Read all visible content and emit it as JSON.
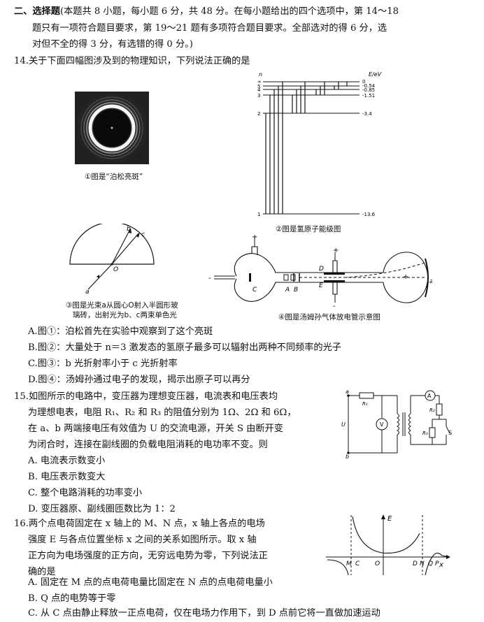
{
  "section": {
    "heading": "二、选择题",
    "lines": [
      "(本题共 8 小题，每小题 6 分，共 48 分。在每小题给出的四个选项中，第 14～18",
      "题只有一项符合题目要求，第 19～21 题有多项符合题目要求。全部选对的得 6 分，选",
      "对但不全的得 3 分，有选错的得 0 分。)"
    ]
  },
  "q14": {
    "stem": "14.关于下面四幅图涉及到的物理知识，下列说法正确的是",
    "captions": {
      "fig1": "①图是“泊松亮斑”",
      "fig2": "②图是氢原子能级图",
      "fig3_line1": "③图是光束a从圆心O射入半圆形玻",
      "fig3_line2": "璃砖，出射光为b、c两束单色光",
      "fig4": "④图是汤姆孙气体放电管示意图"
    },
    "energy": {
      "n_header": "n",
      "e_header": "E/eV",
      "levels": [
        {
          "n": "∞",
          "value": "0"
        },
        {
          "n": "5",
          "value": "-0.54"
        },
        {
          "n": "4",
          "value": "-0.85"
        },
        {
          "n": "3",
          "value": "-1.51"
        },
        {
          "n": "2",
          "value": "-3.4"
        },
        {
          "n": "1",
          "value": "-13.6"
        }
      ]
    },
    "fig3_labels": {
      "a": "a",
      "b": "b",
      "c": "c",
      "o": "O"
    },
    "fig4_labels": {
      "plus_top": "+",
      "minus_left": "-",
      "plus_mid": "+",
      "minus_mid": "-",
      "plus_right": "+",
      "C": "C",
      "A": "A",
      "B": "B",
      "D": "D",
      "E": "E",
      "a": "a"
    },
    "options": [
      "A.图①：泊松首先在实验中观察到了这个亮斑",
      "B.图②：大量处于 n＝3 激发态的氢原子最多可以辐射出两种不同频率的光子",
      "C.图③：b 光折射率小于 c 光折射率",
      "D.图④：汤姆孙通过电子的发现，揭示出原子可以再分"
    ]
  },
  "q15": {
    "lines": [
      "15.如图所示的电路中，变压器为理想变压器，电流表和电压表均",
      "为理想电表，电阻 R₁、R₂ 和 R₃ 的阻值分别为 1Ω、2Ω 和 6Ω，",
      "在 a、b 两端接电压有效值为 U 的交流电源，开关 S 由断开变",
      "为闭合时，连接在副线圈的负载电阻消耗的电功率不变。则"
    ],
    "options": [
      "A. 电流表示数变小",
      "B. 电压表示数变大",
      "C. 整个电路消耗的功率变小",
      "D. 变压器原、副线圈匝数比为 1：2"
    ],
    "circuit_labels": {
      "a": "a",
      "b": "b",
      "U": "U",
      "R1": "R₁",
      "R2": "R₂",
      "R3": "R₃",
      "V": "V",
      "A": "A",
      "S": "S"
    }
  },
  "q16": {
    "lines": [
      "16.两个点电荷固定在 x 轴上的 M、N 点，x 轴上各点的电场",
      "强度 E 与各点位置坐标 x 之间的关系如图所示。取 x 轴",
      "正方向为电场强度的正方向，无穷远电势为零，下列说法正",
      "确的是"
    ],
    "options": [
      "A. 固定在 M 点的点电荷电量比固定在 N 点的点电荷电量小",
      "B. Q 点的电势等于零",
      "C. 从 C 点由静止释放一正点电荷，仅在电场力作用下，到 D 点前它将一直做加速运动"
    ],
    "graph_labels": {
      "E": "E",
      "x": "x",
      "M": "M",
      "C": "C",
      "O": "O",
      "D": "D",
      "N": "N",
      "Q": "Q",
      "P": "P"
    }
  }
}
